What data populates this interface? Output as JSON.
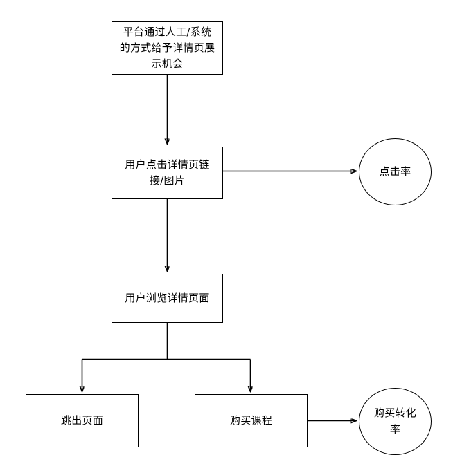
{
  "diagram": {
    "title": "",
    "background_color": "#ffffff",
    "stroke_color": "#000000",
    "text_color": "#000000",
    "nodes": [
      {
        "id": "impression",
        "shape": "rectangle",
        "label": "平台通过人工/系统的方式给予详情页展示机会"
      },
      {
        "id": "click-link",
        "shape": "rectangle",
        "label": "用户点击详情页链接/图片"
      },
      {
        "id": "click-rate",
        "shape": "circle",
        "label": "点击率"
      },
      {
        "id": "browse-detail",
        "shape": "rectangle",
        "label": "用户浏览详情页面"
      },
      {
        "id": "bounce",
        "shape": "rectangle",
        "label": "跳出页面"
      },
      {
        "id": "purchase",
        "shape": "rectangle",
        "label": "购买课程"
      },
      {
        "id": "conversion-rate",
        "shape": "circle",
        "label": "购买转化率"
      }
    ],
    "edges": [
      {
        "from": "impression",
        "to": "click-link",
        "style": "straight-down"
      },
      {
        "from": "click-link",
        "to": "click-rate",
        "style": "straight-right"
      },
      {
        "from": "click-link",
        "to": "browse-detail",
        "style": "straight-down"
      },
      {
        "from": "browse-detail",
        "to": "bounce",
        "style": "split-left"
      },
      {
        "from": "browse-detail",
        "to": "purchase",
        "style": "split-right"
      },
      {
        "from": "purchase",
        "to": "conversion-rate",
        "style": "straight-right"
      }
    ]
  }
}
